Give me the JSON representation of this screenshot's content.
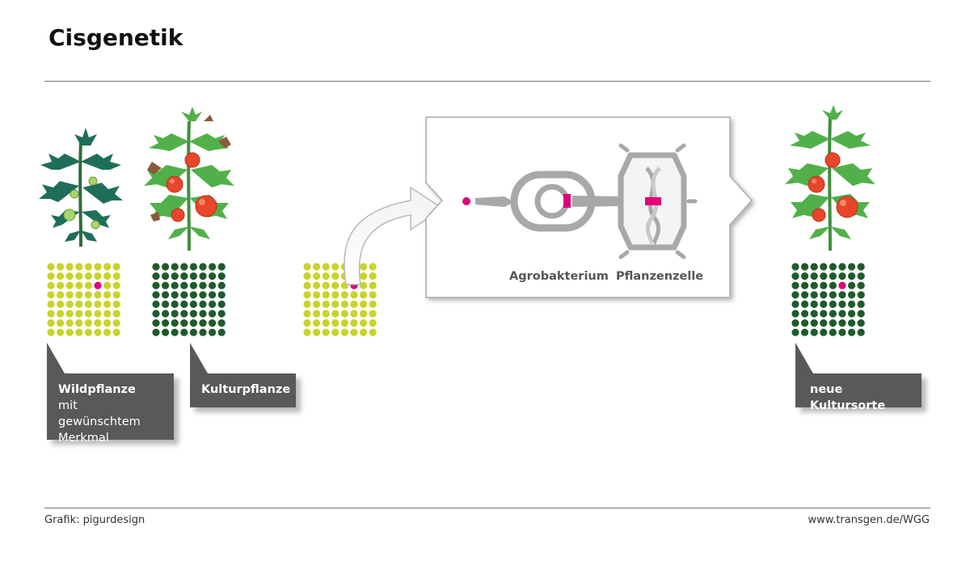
{
  "title": "Cisgenetik",
  "labels": {
    "wild": {
      "name": "Wildpflanze",
      "desc_line1": "mit gewünschtem",
      "desc_line2": "Merkmal"
    },
    "culture": {
      "name": "Kulturpflanze"
    },
    "new": {
      "name": "neue Kultursorte"
    },
    "agro": "Agrobakterium",
    "cell": "Pflanzenzelle"
  },
  "footer": {
    "credit": "Grafik: pigurdesign",
    "source": "www.transgen.de/WGG"
  },
  "colors": {
    "wild_dot": "#c8d42a",
    "culture_dot": "#1f5a2c",
    "gene_dot": "#e0007a",
    "wild_leaf": "#1e6e5a",
    "culture_leaf": "#52b04a",
    "process_gray": "#a8a8a8"
  },
  "grids": {
    "rows": 8,
    "cols": 8,
    "wild_gene_cell": [
      2,
      5
    ],
    "transfer_gene_cell": [
      2,
      5
    ],
    "new_gene_cell": [
      2,
      5
    ]
  }
}
